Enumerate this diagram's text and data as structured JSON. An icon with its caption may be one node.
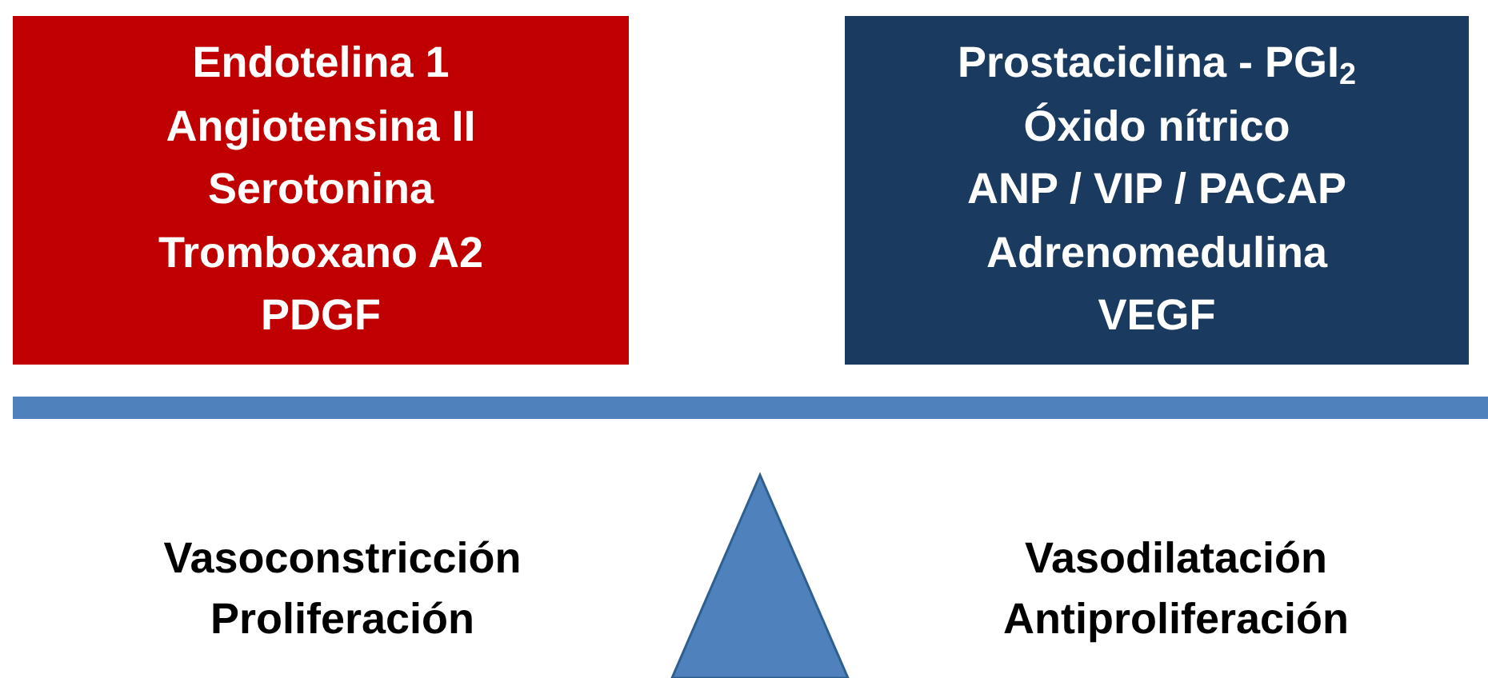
{
  "diagram": {
    "nodes": [
      {
        "text": [
          "Endotelina 1",
          "Angiotensina II",
          "Serotonina",
          "Tromboxano A2",
          "PDGF"
        ]
      },
      {
        "text": [
          "Prostaciclina - PGI$_{2}$",
          "Óxido nítrico",
          "ANP / VIP / PACAP",
          "Adrenomedulina",
          "VEGF"
        ]
      }
    ],
    "labels": [
      "Vasoconstricción",
      "Proliferación",
      "Vasodilatación",
      "Antiproliferación"
    ]
  }
}
